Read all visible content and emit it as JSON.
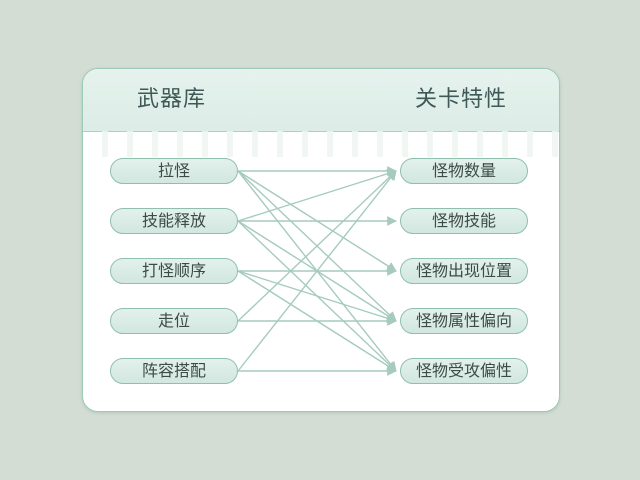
{
  "diagram": {
    "left_title": "武器库",
    "right_title": "关卡特性",
    "left_items": [
      "拉怪",
      "技能释放",
      "打怪顺序",
      "走位",
      "阵容搭配"
    ],
    "right_items": [
      "怪物数量",
      "怪物技能",
      "怪物出现位置",
      "怪物属性偏向",
      "怪物受攻偏性"
    ],
    "connections": [
      [
        0,
        0
      ],
      [
        0,
        2
      ],
      [
        0,
        3
      ],
      [
        0,
        4
      ],
      [
        1,
        0
      ],
      [
        1,
        1
      ],
      [
        1,
        3
      ],
      [
        1,
        4
      ],
      [
        2,
        2
      ],
      [
        2,
        3
      ],
      [
        2,
        4
      ],
      [
        3,
        0
      ],
      [
        3,
        3
      ],
      [
        4,
        0
      ],
      [
        4,
        4
      ]
    ],
    "colors": {
      "line": "#a5cbbd",
      "pill_border": "#8fc0ae",
      "card_border": "#9ccab8"
    }
  }
}
